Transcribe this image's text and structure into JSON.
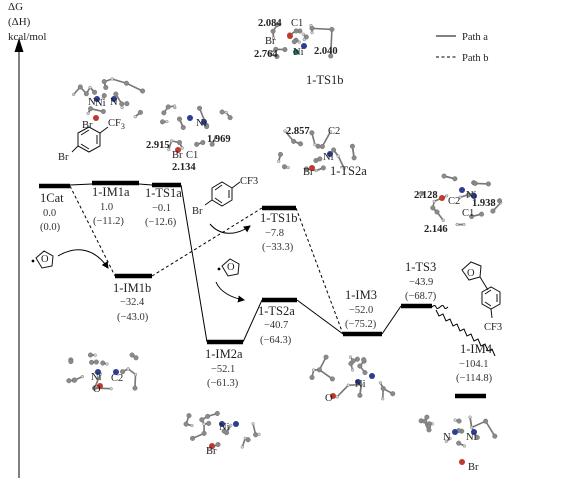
{
  "axis": {
    "delta_g": "ΔG",
    "delta_h": "(ΔH)",
    "unit": "kcal/mol"
  },
  "legend": {
    "path_a": "Path a",
    "path_b": "Path b"
  },
  "states": [
    {
      "id": "cat",
      "label": "1Cat",
      "g": "0.0",
      "h": "(0.0)"
    },
    {
      "id": "im1a",
      "label": "1-IM1a",
      "g": "1.0",
      "h": "(−11.2)"
    },
    {
      "id": "ts1a",
      "label": "1-TS1a",
      "g": "−0.1",
      "h": "(−12.6)"
    },
    {
      "id": "im1b",
      "label": "1-IM1b",
      "g": "−32.4",
      "h": "(−43.0)"
    },
    {
      "id": "ts1b",
      "label": "1-TS1b",
      "g": "−7.8",
      "h": "(−33.3)"
    },
    {
      "id": "im2a",
      "label": "1-IM2a",
      "g": "−52.1",
      "h": "(−61.3)"
    },
    {
      "id": "ts2a",
      "label": "1-TS2a",
      "g": "−40.7",
      "h": "(−64.3)"
    },
    {
      "id": "im3",
      "label": "1-IM3",
      "g": "−52.0",
      "h": "(−75.2)"
    },
    {
      "id": "ts3",
      "label": "1-TS3",
      "g": "−43.9",
      "h": "(−68.7)"
    },
    {
      "id": "im4",
      "label": "1-IM4",
      "g": "−104.1",
      "h": "(−114.8)"
    }
  ],
  "structure_labels": {
    "ts1b": "1-TS1b",
    "ts2a": "1-TS2a"
  },
  "distances": {
    "ts1b_a": "2.084",
    "ts1b_b": "2.764",
    "ts1b_c": "2.040",
    "ts1a_a": "1.969",
    "ts1a_b": "2.915",
    "ts1a_c": "2.134",
    "ts2a_a": "2.857",
    "ts3_a": "2.128",
    "ts3_b": "1.938",
    "ts3_c": "2.146"
  },
  "atoms": {
    "br": "Br",
    "ni": "Ni",
    "n": "N",
    "o": "O",
    "c1": "C1",
    "c2": "C2",
    "cf3": "CF3",
    "cf3_sub": "CF",
    "three": "3"
  }
}
